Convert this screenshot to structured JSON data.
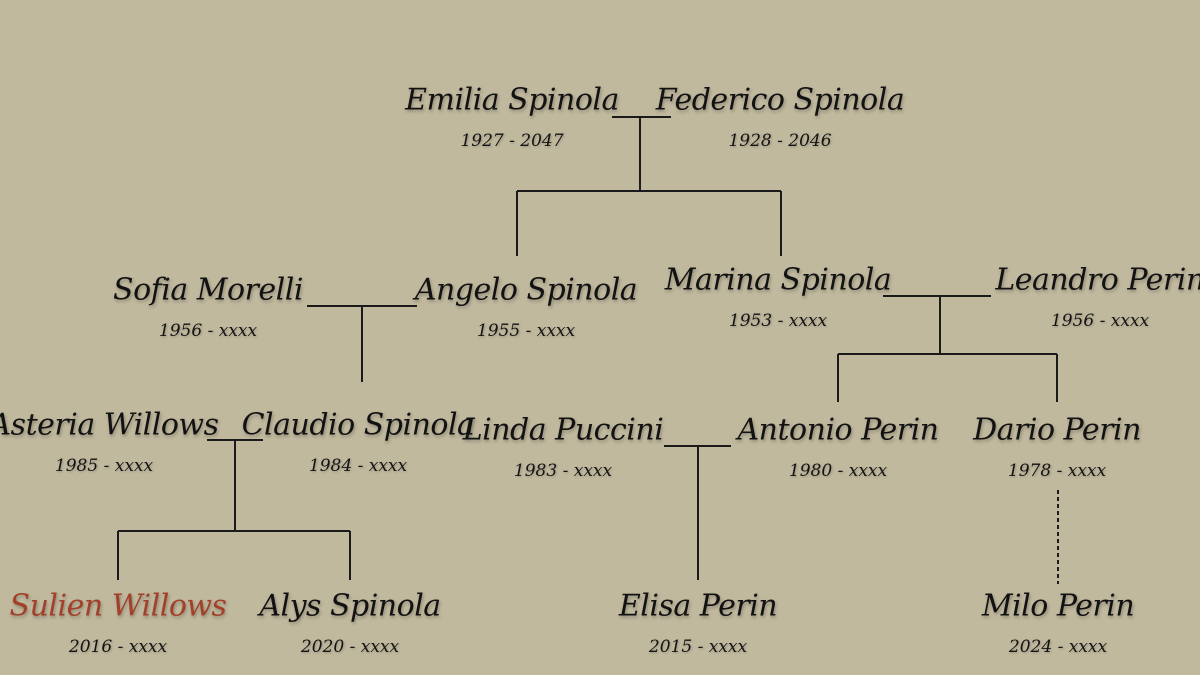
{
  "colors": {
    "background": "#c1b99e",
    "text": "#121212",
    "highlight": "#a2402a",
    "line": "#1a1a1a"
  },
  "people": [
    {
      "id": "emilia",
      "name": "Emilia Spinola",
      "years": "1927 - 2047"
    },
    {
      "id": "federico",
      "name": "Federico Spinola",
      "years": "1928 - 2046"
    },
    {
      "id": "sofia",
      "name": "Sofia Morelli",
      "years": "1956 - xxxx"
    },
    {
      "id": "angelo",
      "name": "Angelo Spinola",
      "years": "1955 - xxxx"
    },
    {
      "id": "marina",
      "name": "Marina Spinola",
      "years": "1953 - xxxx"
    },
    {
      "id": "leandro",
      "name": "Leandro Perin",
      "years": "1956 - xxxx"
    },
    {
      "id": "asteria",
      "name": "Asteria Willows",
      "years": "1985 - xxxx"
    },
    {
      "id": "claudio",
      "name": "Claudio Spinola",
      "years": "1984 - xxxx"
    },
    {
      "id": "linda",
      "name": "Linda Puccini",
      "years": "1983 - xxxx"
    },
    {
      "id": "antonio",
      "name": "Antonio Perin",
      "years": "1980 - xxxx"
    },
    {
      "id": "dario",
      "name": "Dario Perin",
      "years": "1978 - xxxx"
    },
    {
      "id": "sulien",
      "name": "Sulien Willows",
      "years": "2016 - xxxx",
      "highlight": true
    },
    {
      "id": "alys",
      "name": "Alys Spinola",
      "years": "2020 - xxxx"
    },
    {
      "id": "elisa",
      "name": "Elisa Perin",
      "years": "2015 - xxxx"
    },
    {
      "id": "milo",
      "name": "Milo Perin",
      "years": "2024 - xxxx"
    }
  ],
  "relations": {
    "couples": [
      {
        "a": "emilia",
        "b": "federico",
        "children": [
          "angelo",
          "marina"
        ]
      },
      {
        "a": "sofia",
        "b": "angelo",
        "children": [
          "claudio"
        ]
      },
      {
        "a": "marina",
        "b": "leandro",
        "children": [
          "antonio",
          "dario"
        ]
      },
      {
        "a": "asteria",
        "b": "claudio",
        "children": [
          "sulien",
          "alys"
        ]
      },
      {
        "a": "linda",
        "b": "antonio",
        "children": [
          "elisa"
        ]
      }
    ],
    "single_parent": [
      {
        "parent": "dario",
        "child": "milo",
        "dashed": true
      }
    ]
  }
}
